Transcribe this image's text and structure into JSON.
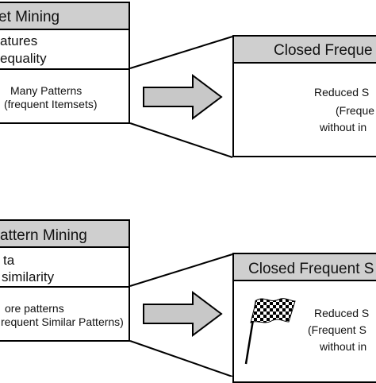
{
  "top": {
    "left_panel": {
      "header": "et Mining",
      "row1_line1": "atures",
      "row1_line2": "equality",
      "row2_line1": "Many Patterns",
      "row2_line2": "(frequent Itemsets)"
    },
    "right_panel": {
      "header": "Closed Freque",
      "body_line1": "Reduced S",
      "body_line2": "(Freque",
      "body_line3": "without in"
    }
  },
  "bottom": {
    "left_panel": {
      "header": "attern Mining",
      "row1_line1": "ta",
      "row1_line2": "similarity",
      "row2_line1": "ore patterns",
      "row2_line2": "requent Similar Patterns)"
    },
    "right_panel": {
      "header": "Closed Frequent S",
      "body_line1": "Reduced S",
      "body_line2": "(Frequent S",
      "body_line3": "without in"
    }
  },
  "colors": {
    "header_fill": "#cfcfcf",
    "arrow_fill": "#c8c8c8",
    "stroke": "#000000"
  },
  "icons": {
    "bottom_right": "checkered-flag-icon",
    "arrow": "right-arrow-icon"
  }
}
